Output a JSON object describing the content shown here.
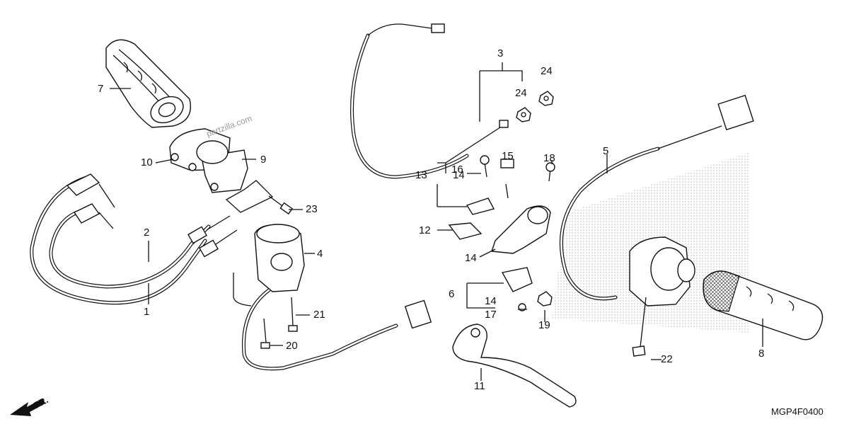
{
  "diagram": {
    "callouts": {
      "c1": "1",
      "c2": "2",
      "c3": "3",
      "c4": "4",
      "c5": "5",
      "c6": "6",
      "c7": "7",
      "c8": "8",
      "c9": "9",
      "c10": "10",
      "c11": "11",
      "c12": "12",
      "c13": "13",
      "c14a": "14",
      "c14b": "14",
      "c14c": "14",
      "c15": "15",
      "c16": "16",
      "c17": "17",
      "c18": "18",
      "c19": "19",
      "c20": "20",
      "c21": "21",
      "c22": "22",
      "c23": "23",
      "c24a": "24",
      "c24b": "24"
    },
    "diagram_code": "MGP4F0400",
    "watermark": "partzilla.com",
    "direction_label": "FR."
  }
}
